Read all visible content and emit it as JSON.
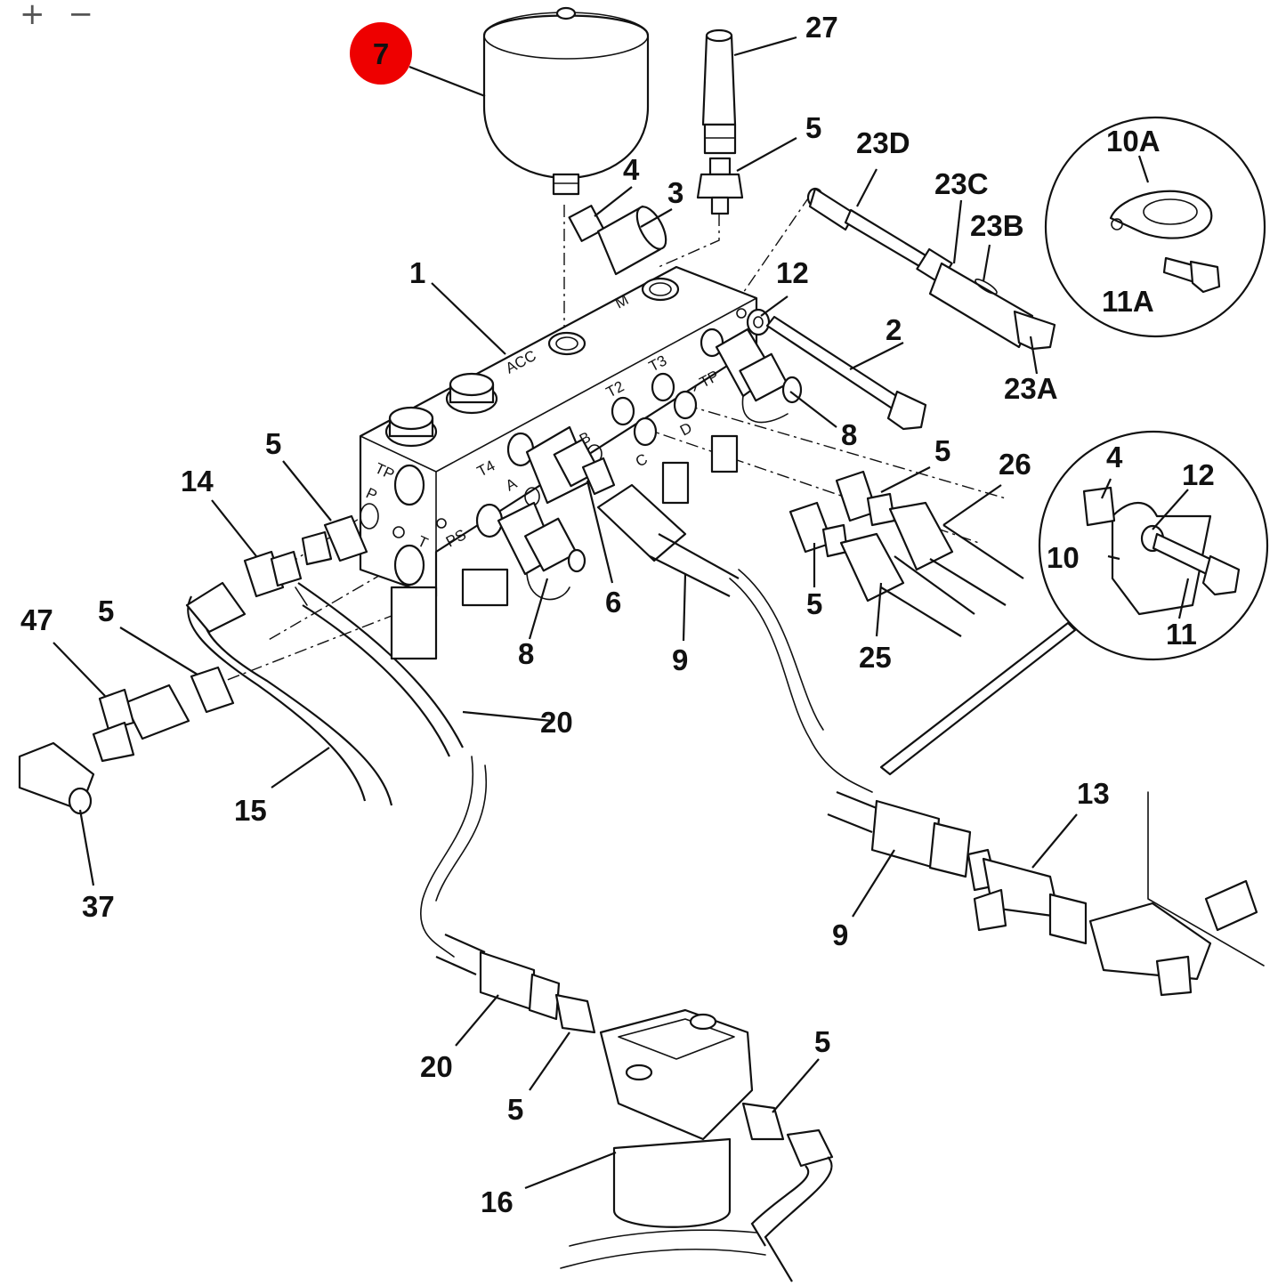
{
  "toolbar": {
    "zoom_in": "+",
    "zoom_out": "−"
  },
  "highlight": {
    "label": "7",
    "color": "#ee0000"
  },
  "callouts": [
    {
      "id": "c27",
      "text": "27"
    },
    {
      "id": "c5a",
      "text": "5"
    },
    {
      "id": "c23d",
      "text": "23D"
    },
    {
      "id": "c10a",
      "text": "10A"
    },
    {
      "id": "c23c",
      "text": "23C"
    },
    {
      "id": "c23b",
      "text": "23B"
    },
    {
      "id": "c4a",
      "text": "4"
    },
    {
      "id": "c3",
      "text": "3"
    },
    {
      "id": "c1",
      "text": "1"
    },
    {
      "id": "c12a",
      "text": "12"
    },
    {
      "id": "c11a",
      "text": "11A"
    },
    {
      "id": "c2",
      "text": "2"
    },
    {
      "id": "c23a",
      "text": "23A"
    },
    {
      "id": "c8a",
      "text": "8"
    },
    {
      "id": "c5b",
      "text": "5"
    },
    {
      "id": "c14",
      "text": "14"
    },
    {
      "id": "c5c",
      "text": "5"
    },
    {
      "id": "c26",
      "text": "26"
    },
    {
      "id": "c4b",
      "text": "4"
    },
    {
      "id": "c12b",
      "text": "12"
    },
    {
      "id": "c10",
      "text": "10"
    },
    {
      "id": "c6",
      "text": "6"
    },
    {
      "id": "c5d",
      "text": "5"
    },
    {
      "id": "c47",
      "text": "47"
    },
    {
      "id": "c5e",
      "text": "5"
    },
    {
      "id": "c8b",
      "text": "8"
    },
    {
      "id": "c9a",
      "text": "9"
    },
    {
      "id": "c25",
      "text": "25"
    },
    {
      "id": "c11",
      "text": "11"
    },
    {
      "id": "c20a",
      "text": "20"
    },
    {
      "id": "c15",
      "text": "15"
    },
    {
      "id": "c13",
      "text": "13"
    },
    {
      "id": "c37",
      "text": "37"
    },
    {
      "id": "c9b",
      "text": "9"
    },
    {
      "id": "c5f",
      "text": "5"
    },
    {
      "id": "c20b",
      "text": "20"
    },
    {
      "id": "c5g",
      "text": "5"
    },
    {
      "id": "c16",
      "text": "16"
    }
  ],
  "port_labels": [
    {
      "id": "acc",
      "text": "ACC"
    },
    {
      "id": "m",
      "text": "M"
    },
    {
      "id": "t3",
      "text": "T3"
    },
    {
      "id": "t2",
      "text": "T2"
    },
    {
      "id": "tp1",
      "text": "TP"
    },
    {
      "id": "b",
      "text": "B"
    },
    {
      "id": "d",
      "text": "D"
    },
    {
      "id": "c",
      "text": "C"
    },
    {
      "id": "t4",
      "text": "T4"
    },
    {
      "id": "a",
      "text": "A"
    },
    {
      "id": "tp2",
      "text": "TP"
    },
    {
      "id": "p",
      "text": "P"
    },
    {
      "id": "ps",
      "text": "PS"
    },
    {
      "id": "t",
      "text": "T"
    }
  ]
}
